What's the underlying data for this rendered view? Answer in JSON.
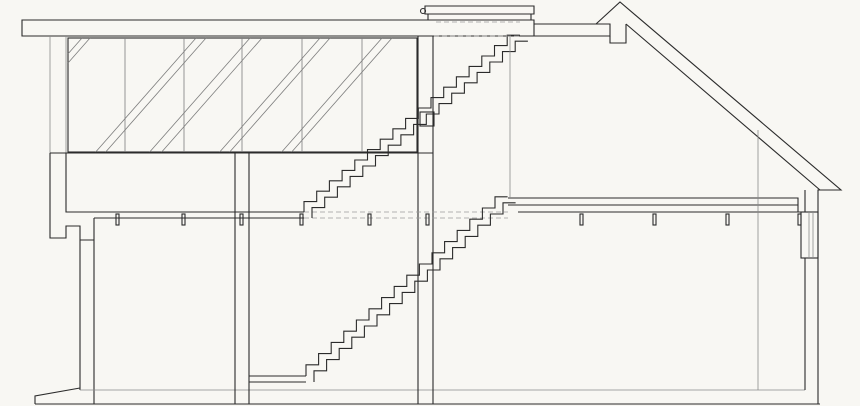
{
  "drawing": {
    "type": "architectural-section",
    "colors": {
      "background": "#f8f7f3",
      "line": "#2b2b2b",
      "thin_line": "#8a8a8a"
    },
    "floors": 2,
    "elements": [
      "flat-roof",
      "pitched-roof",
      "glazed-wall",
      "staircase-upper",
      "staircase-lower",
      "skylight",
      "floor-joists",
      "right-window"
    ]
  }
}
